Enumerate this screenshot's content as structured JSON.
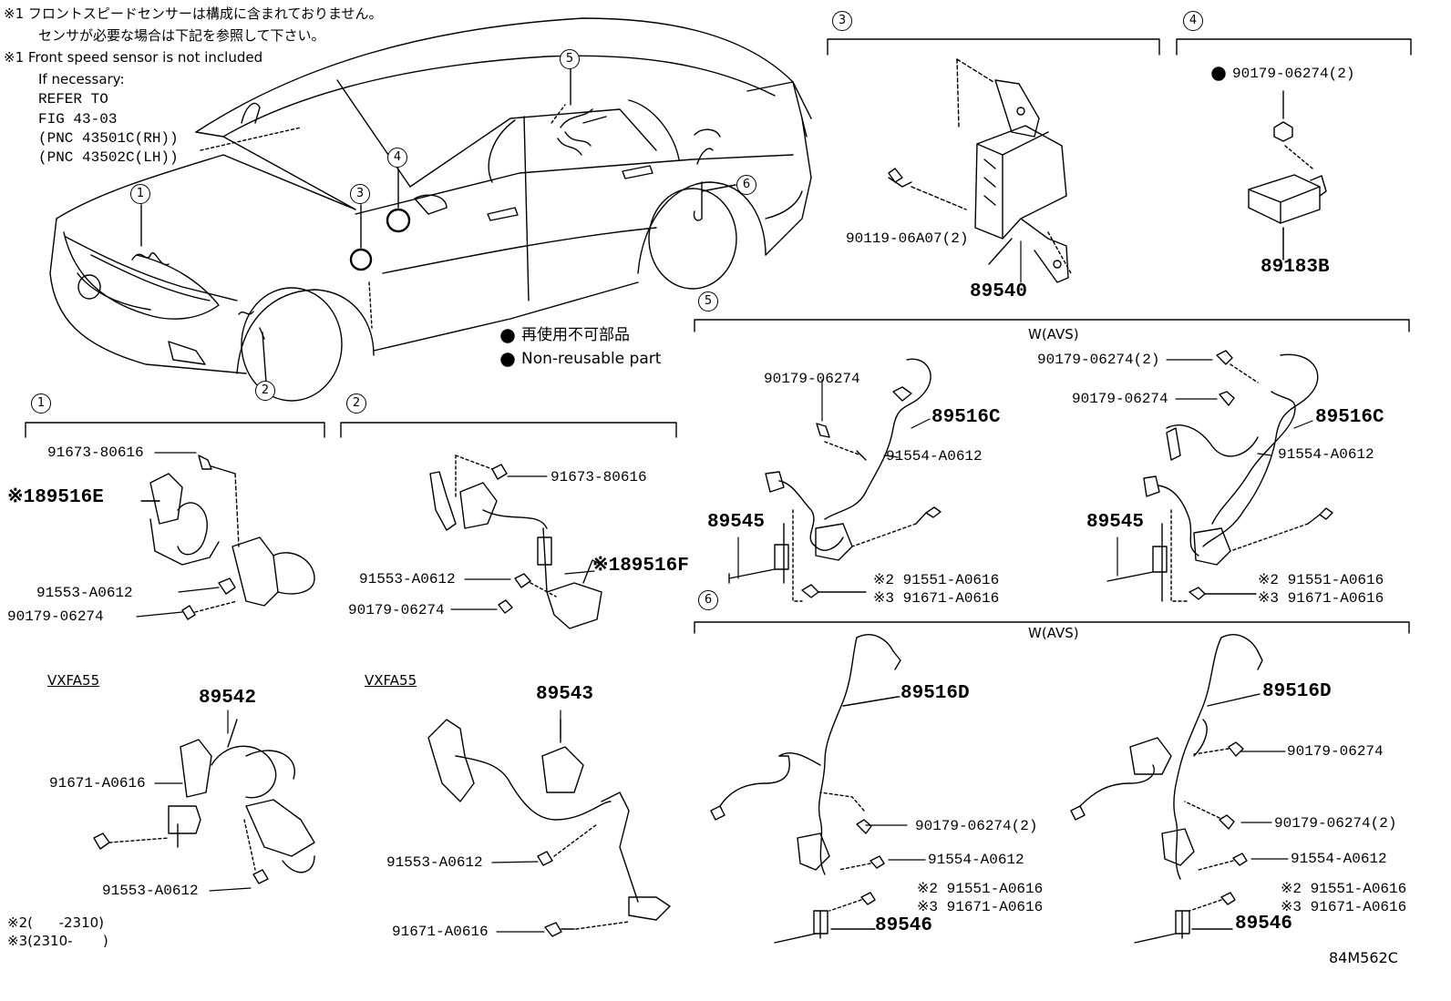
{
  "notes": {
    "jp_line1": "※1 フロントスピードセンサーは構成に含まれておりません。",
    "jp_line2": "センサが必要な場合は下記を参照して下さい。",
    "en_line1": "※1 Front speed sensor is not included",
    "en_line2": "If necessary:",
    "en_line3": "REFER TO",
    "en_line4": "FIG 43-03",
    "en_line5": "(PNC 43501C(RH))",
    "en_line6": "(PNC 43502C(LH))"
  },
  "legend": {
    "jp": "再使用不可部品",
    "en": "Non-reusable part"
  },
  "callouts": [
    "1",
    "2",
    "3",
    "4",
    "5",
    "6"
  ],
  "section3": {
    "num": "3",
    "bolt": "90119-06A07(2)",
    "part": "89540"
  },
  "section4": {
    "num": "4",
    "nut": "90179-06274(2)",
    "part": "89183B"
  },
  "section5": {
    "num": "5",
    "variant": "W(AVS)",
    "left": {
      "nut": "90179-06274",
      "harness": "89516C",
      "bolt": "91554-A0612",
      "sensor": "89545",
      "bolt2": "※2 91551-A0616",
      "bolt3": "※3 91671-A0616"
    },
    "right": {
      "nut2": "90179-06274(2)",
      "nut": "90179-06274",
      "harness": "89516C",
      "bolt": "91554-A0612",
      "sensor": "89545",
      "bolt2": "※2 91551-A0616",
      "bolt3": "※3 91671-A0616"
    }
  },
  "section6": {
    "num": "6",
    "variant": "W(AVS)",
    "left": {
      "harness": "89516D",
      "nut2": "90179-06274(2)",
      "bolt": "91554-A0612",
      "bolt2": "※2 91551-A0616",
      "bolt3": "※3 91671-A0616",
      "sensor": "89546"
    },
    "right": {
      "harness": "89516D",
      "nut": "90179-06274",
      "nut2": "90179-06274(2)",
      "bolt": "91554-A0612",
      "bolt2": "※2 91551-A0616",
      "bolt3": "※3 91671-A0616",
      "sensor": "89546"
    }
  },
  "section1": {
    "num": "1",
    "bolt_a": "91673-80616",
    "harness": "※189516E",
    "bolt_b": "91553-A0612",
    "nut": "90179-06274",
    "variant": "VXFA55",
    "part": "89542",
    "bolt_c": "91671-A0616",
    "bolt_d": "91553-A0612"
  },
  "section2": {
    "num": "2",
    "bolt_a": "91673-80616",
    "bolt_b": "91553-A0612",
    "harness": "※189516F",
    "nut": "90179-06274",
    "variant": "VXFA55",
    "part": "89543",
    "bolt_c": "91553-A0612",
    "bolt_d": "91671-A0616"
  },
  "footnotes": {
    "n2": "※2(      -2310)",
    "n3": "※3(2310-       )"
  },
  "figure_code": "84M562C"
}
